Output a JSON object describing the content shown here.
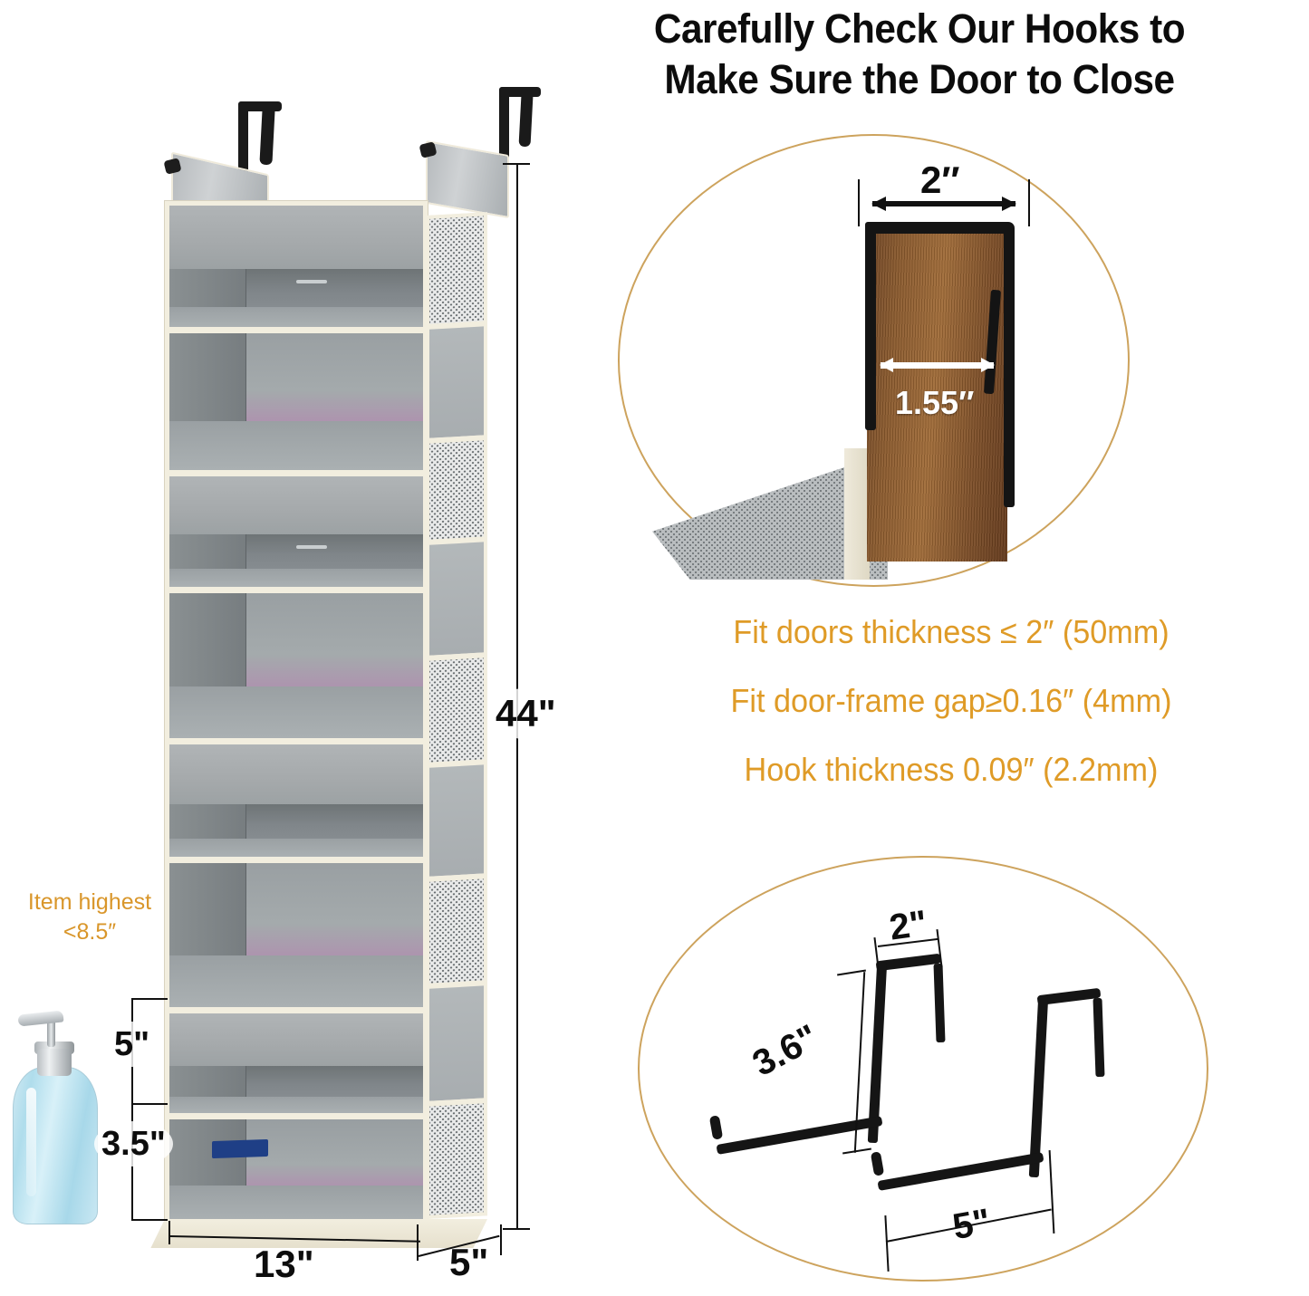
{
  "title": {
    "line1": "Carefully Check Our Hooks to",
    "line2": "Make Sure the Door to Close"
  },
  "colors": {
    "accent_orange": "#df9b27",
    "oval_border_gold": "#cda35d",
    "fabric_gray": "#a5a9ab",
    "trim_cream": "#f2eedf",
    "hook_black": "#151515",
    "door_wood": "#8b5a2d",
    "brand_label_blue": "#1f3f86",
    "title_black": "#0c0c0c"
  },
  "product": {
    "brand_label_text": "",
    "dimensions": {
      "height": "44\"",
      "width": "13\"",
      "depth": "5\"",
      "shelf_opening": "5\"",
      "bottom_shelf": "3.5\""
    },
    "item_note": {
      "line1": "Item highest",
      "line2": "<8.5″"
    }
  },
  "door_detail": {
    "total_width": "2″",
    "door_thickness": "1.55″"
  },
  "specs": [
    "Fit doors thickness ≤ 2″  (50mm)",
    "Fit door-frame gap≥0.16″  (4mm)",
    "Hook thickness 0.09″  (2.2mm)"
  ],
  "hook_detail": {
    "top_width": "2\"",
    "drop_height": "3.6\"",
    "arm_length": "5\""
  }
}
